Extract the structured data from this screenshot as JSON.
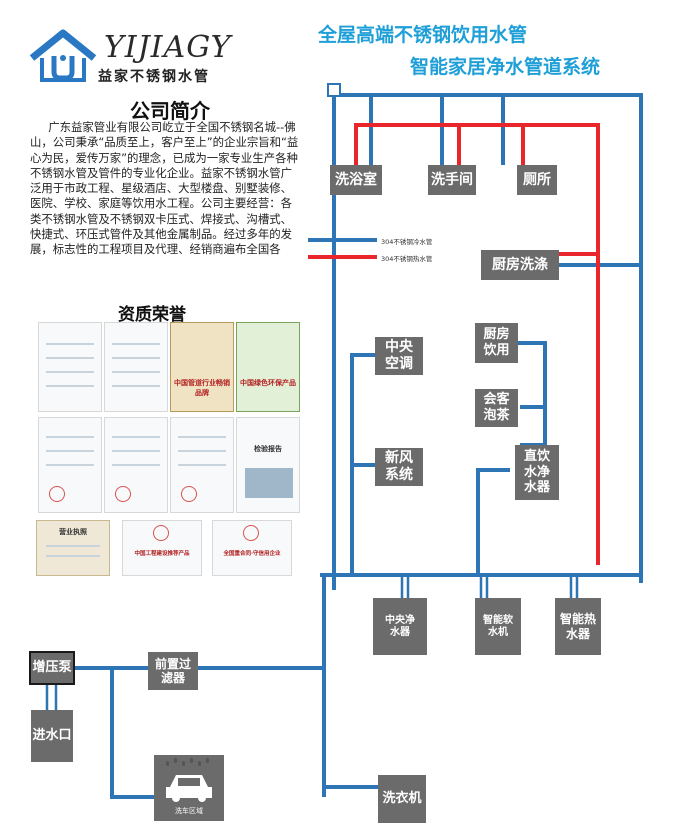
{
  "brand": {
    "name": "YIJIAGY",
    "subtitle": "益家不锈钢水管",
    "accent_color": "#2a78c4"
  },
  "title": {
    "line1": "全屋高端不锈钢饮用水管",
    "line2": "智能家居净水管道系统"
  },
  "intro": {
    "heading": "公司简介",
    "body": "广东益家管业有限公司屹立于全国不锈钢名城--佛山，公司秉承“品质至上，客户至上”的企业宗旨和“益心为民，爱传万家”的理念，已成为一家专业生产各种不锈钢水管及管件的专业化企业。益家不锈钢水管广泛用于市政工程、星级酒店、大型楼盘、别墅装修、医院、学校、家庭等饮用水工程。公司主要经营：各类不锈钢水管及不锈钢双卡压式、焊接式、沟槽式、快捷式、环压式管件及其他金属制品。经过多年的发展，标志性的工程项目及代理、经销商遍布全国各"
  },
  "certificates": {
    "heading": "资质荣誉",
    "items": [
      {
        "title": "",
        "style": "plain"
      },
      {
        "title": "",
        "style": "plain"
      },
      {
        "title": "中国管道行业畅销品牌",
        "style": "gold"
      },
      {
        "title": "中国绿色环保产品",
        "style": "green"
      },
      {
        "title": "",
        "style": "plain"
      },
      {
        "title": "",
        "style": "plain"
      },
      {
        "title": "",
        "style": "plain"
      },
      {
        "title": "检验报告",
        "style": "plain"
      },
      {
        "title": "营业执照",
        "style": "plain"
      },
      {
        "title": "中国工程建设推荐产品",
        "style": "plain"
      },
      {
        "title": "全国重合同·守信用企业",
        "style": "plain"
      }
    ]
  },
  "legend": {
    "cold": {
      "label": "304不锈钢冷水管",
      "color": "#2e75b6"
    },
    "hot": {
      "label": "304不锈钢热水管",
      "color": "#e8262c"
    }
  },
  "nodes": {
    "bathroom": "洗浴室",
    "washroom": "洗手间",
    "toilet": "厕所",
    "kitchen_wash": "厨房洗涤",
    "central_ac": "中央空调",
    "fresh_air": "新风系统",
    "kitchen_drink": "厨房饮用",
    "tea": "会客泡茶",
    "direct_drink": "直饮水净水器",
    "central_purifier": "中央净水器",
    "softener": "智能软水机",
    "water_heater": "智能热水器",
    "booster_pump": "增压泵",
    "inlet": "进水口",
    "prefilter": "前置过滤器",
    "washing_machine": "洗衣机",
    "car_wash": "洗车区域"
  }
}
